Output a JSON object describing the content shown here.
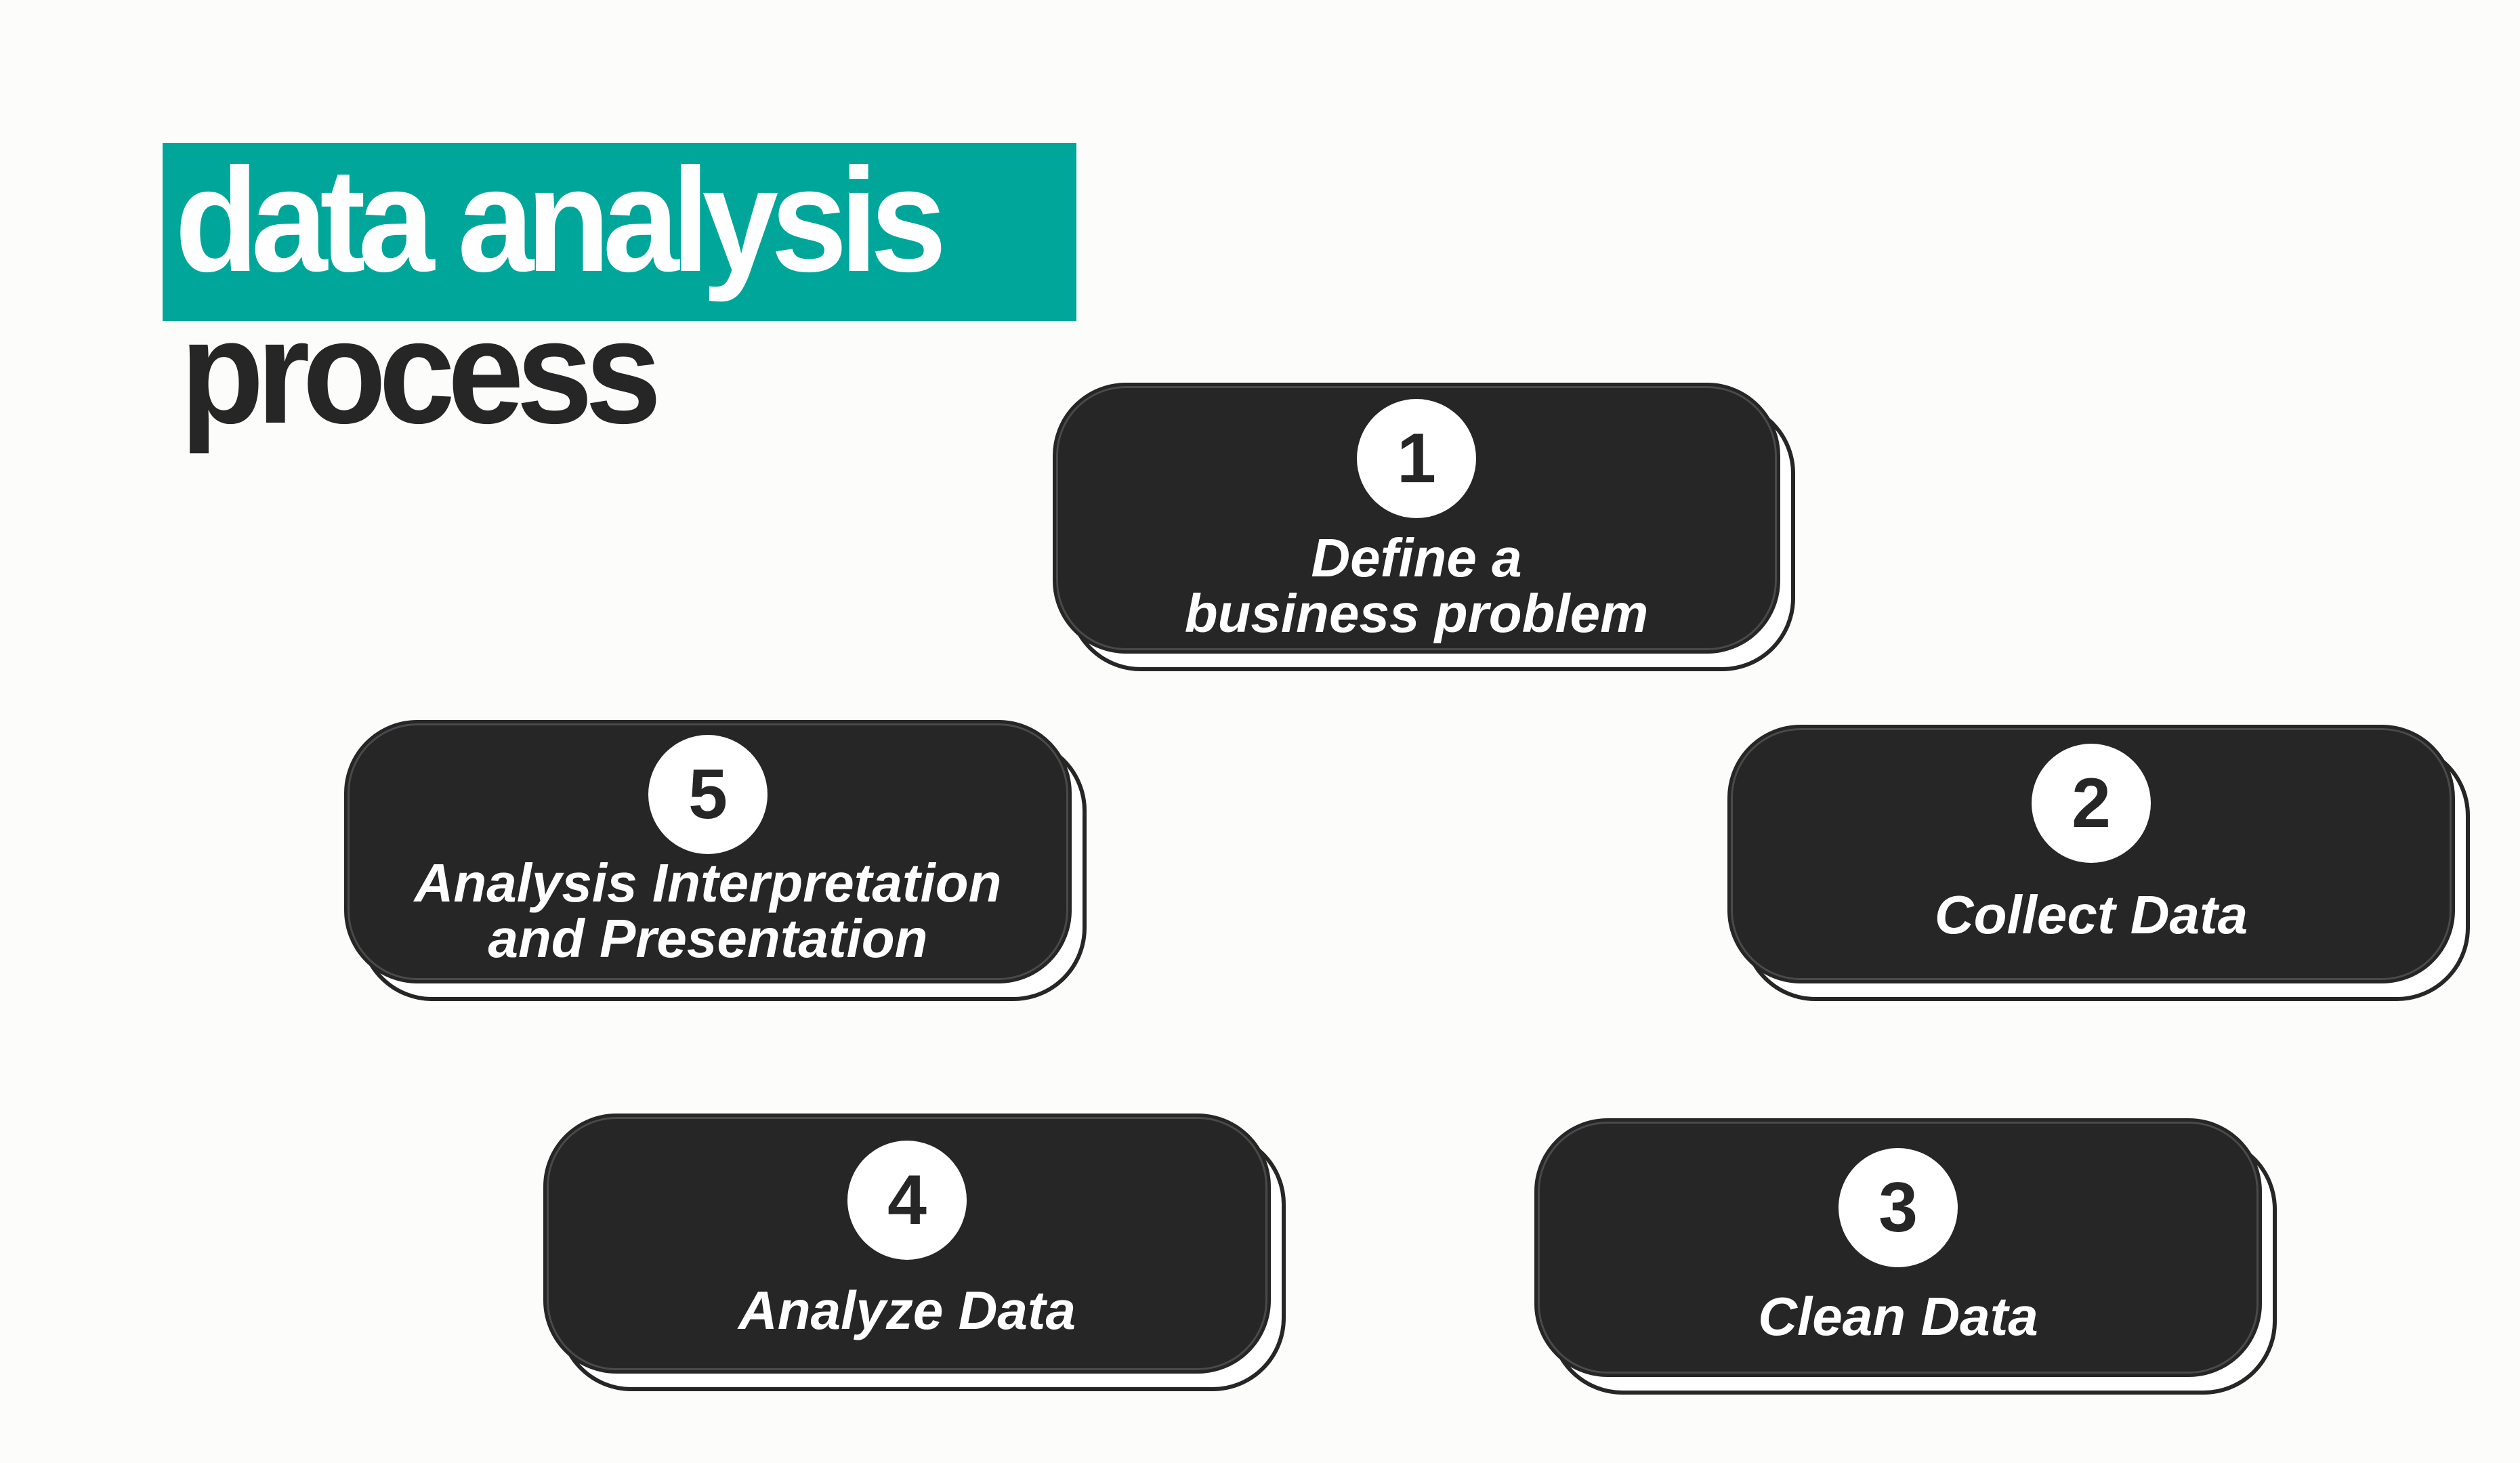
{
  "title": {
    "line1": "data analysis",
    "line2": "process",
    "highlight_color": "#00a69a",
    "text_dark": "#262626"
  },
  "colors": {
    "background": "#fcfcfa",
    "card": "#262626",
    "card_text": "#ffffff",
    "badge_bg": "#ffffff",
    "badge_text": "#262626"
  },
  "steps": [
    {
      "number": "1",
      "line1": "Define a",
      "line2": "business problem"
    },
    {
      "number": "2",
      "line1": "Collect Data",
      "line2": ""
    },
    {
      "number": "3",
      "line1": "Clean Data",
      "line2": ""
    },
    {
      "number": "4",
      "line1": "Analyze Data",
      "line2": ""
    },
    {
      "number": "5",
      "line1": "Analysis Interpretation",
      "line2": "and Presentation"
    }
  ]
}
